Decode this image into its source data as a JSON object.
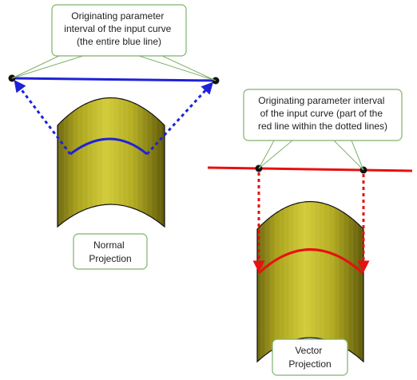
{
  "callouts": {
    "top": [
      "Originating parameter",
      "interval of the input curve",
      "(the entire blue line)"
    ],
    "right": [
      "Originating parameter interval",
      "of the input curve (part of the",
      "red line within the dotted lines)"
    ]
  },
  "labels": {
    "normal": [
      "Normal",
      "Projection"
    ],
    "vector": [
      "Vector",
      "Projection"
    ]
  },
  "colors": {
    "callout_border": "#7fb26a",
    "surface": "#b8b020",
    "blue_curve": "#1e22d8",
    "red_curve": "#e81010",
    "point": "#111111"
  }
}
